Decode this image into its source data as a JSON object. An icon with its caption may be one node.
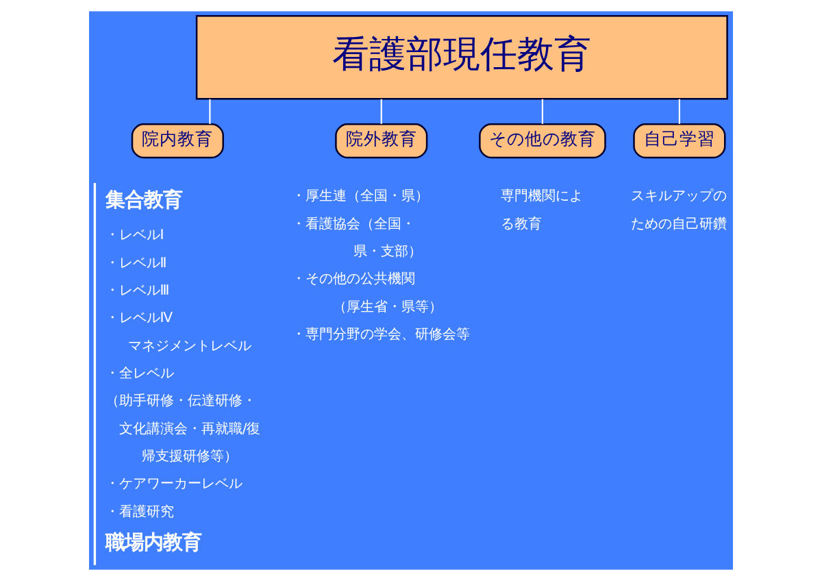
{
  "diagram": {
    "nodes": [
      {
        "text": [
          "看護部現任教育"
        ]
      },
      {
        "text": [
          "院内教育"
        ],
        "beside": [
          "集合教育",
          "・レベルⅠ",
          "・レベルⅡ",
          "・レベルⅢ",
          "・レベルⅣ",
          "マネジメントレベル",
          "・全レベル",
          "（助手研修・伝達研修・文化講演会・再就職/復帰支援研修等）",
          "・ケアワーカーレベル",
          "・看護研究",
          "職場内教育"
        ]
      },
      {
        "text": [
          "院外教育"
        ],
        "beside": [
          "・厚生連（全国・県）",
          "・看護協会（全国・県・支部）",
          "・その他の公共機関",
          "（厚生省・県等）",
          "・専門分野の学会、研修会等"
        ]
      },
      {
        "text": [
          "その他の教育"
        ],
        "beside": [
          "専門機関による教育"
        ]
      },
      {
        "text": [
          "自己学習"
        ],
        "beside": [
          "スキルアップのための自己研鑽"
        ]
      }
    ],
    "edges": [
      {
        "from": 0,
        "to": 1,
        "arrow": "none"
      },
      {
        "from": 0,
        "to": 2,
        "arrow": "none"
      },
      {
        "from": 0,
        "to": 3,
        "arrow": "none"
      },
      {
        "from": 0,
        "to": 4,
        "arrow": "none"
      }
    ]
  }
}
